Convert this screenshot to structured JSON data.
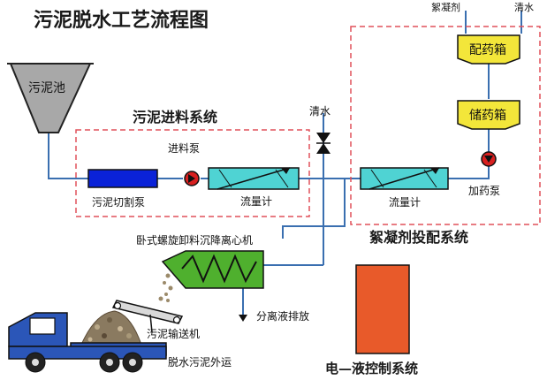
{
  "title": "污泥脱水工艺流程图",
  "labels": {
    "sludge_tank": "污泥池",
    "feed_system": "污泥进料系统",
    "clean_water_mid": "清水",
    "feed_pump": "进料泵",
    "sludge_cutting_pump": "污泥切割泵",
    "flowmeter_1": "流量计",
    "flowmeter_2": "流量计",
    "flocculant_top": "絮凝剂",
    "clean_water_top": "清水",
    "mixing_box": "配药箱",
    "storage_box": "储药箱",
    "dosing_pump": "加药泵",
    "flocculant_system": "絮凝剂投配系统",
    "centrifuge": "卧式螺旋卸料沉降离心机",
    "separated_liquid": "分离液排放",
    "conveyor": "污泥输送机",
    "transport": "脱水污泥外运",
    "control_system": "电—液控制系统"
  },
  "colors": {
    "dashed_frame": "#e0505a",
    "pipe": "#3a6fb0",
    "cutting_pump_fill": "#0a22d8",
    "flowmeter_fill": "#4fd3d3",
    "box_fill": "#f3e63a",
    "pump_fill": "#d82020",
    "control_fill": "#e85a2a",
    "centrifuge_fill": "#4fb02e",
    "truck_fill": "#2b56b8",
    "tank_fill": "#a8a8a8"
  }
}
